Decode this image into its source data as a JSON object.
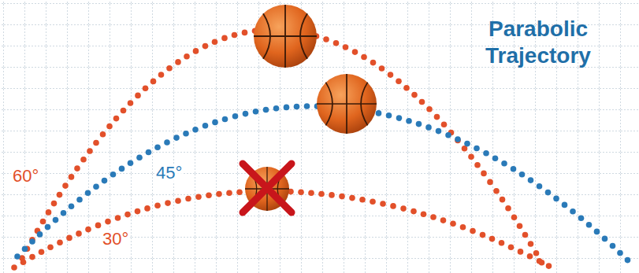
{
  "diagram": {
    "title": "Parabolic Trajectory",
    "labels": [
      "60°",
      "45°",
      "30°"
    ]
  }
}
